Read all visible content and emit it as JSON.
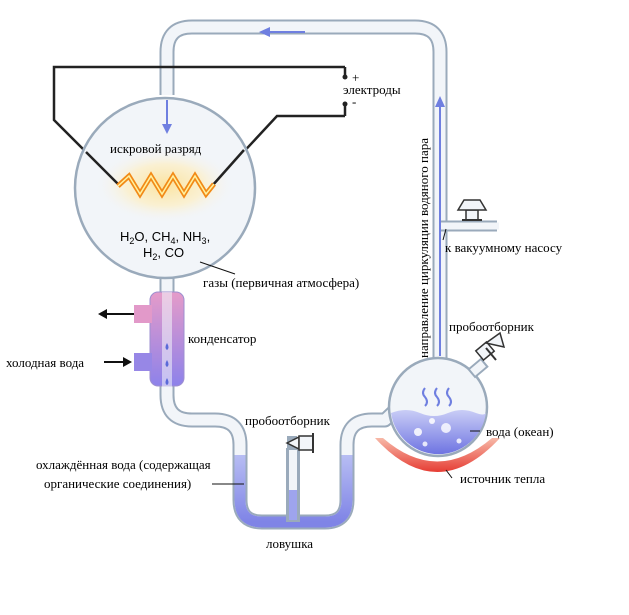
{
  "labels": {
    "spark": "искровой разряд",
    "electrodes": "электроды",
    "plus": "+",
    "minus": "-",
    "gases": "газы (первичная атмосфера)",
    "condenser": "конденсатор",
    "cold_water": "холодная вода",
    "cooled_water_line1": "охлаждённая вода (содержащая",
    "cooled_water_line2": "органические соединения)",
    "sampler_left": "пробоотборник",
    "trap": "ловушка",
    "sampler_right": "пробоотборник",
    "water_ocean": "вода (океан)",
    "heat_source": "источник тепла",
    "vacuum_pump": "к вакуумному насосу",
    "steam_direction": "направление циркуляции водяного пара"
  },
  "chemistry": {
    "h2o": "H",
    "h2o_sub": "2",
    "h2o_rest": "O, CH",
    "ch4_sub": "4",
    "nh3_rest": ", NH",
    "nh3_sub": "3",
    "comma": ",",
    "h2": "H",
    "h2_sub": "2",
    "co": ", CO"
  },
  "colors": {
    "glass_stroke": "#9aaabb",
    "glass_fill": "#f2f5f9",
    "water_blue": "#7b7fe6",
    "flow_arrow": "#6f7fe0",
    "spark_orange": "#f28a17",
    "spark_glow": "#fbe7a8",
    "condenser_pink": "#e08cc4",
    "condenser_purple": "#8f7fe6",
    "heat_red": "#e8403a"
  }
}
